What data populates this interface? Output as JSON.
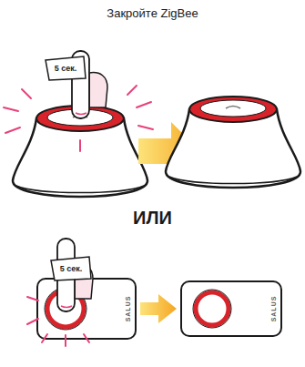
{
  "diagram": {
    "title": "Закройте ZigBee",
    "nodes": [
      {
        "text": [
          "SALUS"
        ]
      },
      {
        "text": [
          "SALUS"
        ]
      }
    ],
    "edges": [
      {
        "from": 0,
        "to": 1,
        "arrow": "to"
      }
    ],
    "labels": [
      "5 сек.",
      "5 сек.",
      "ИЛИ"
    ]
  }
}
